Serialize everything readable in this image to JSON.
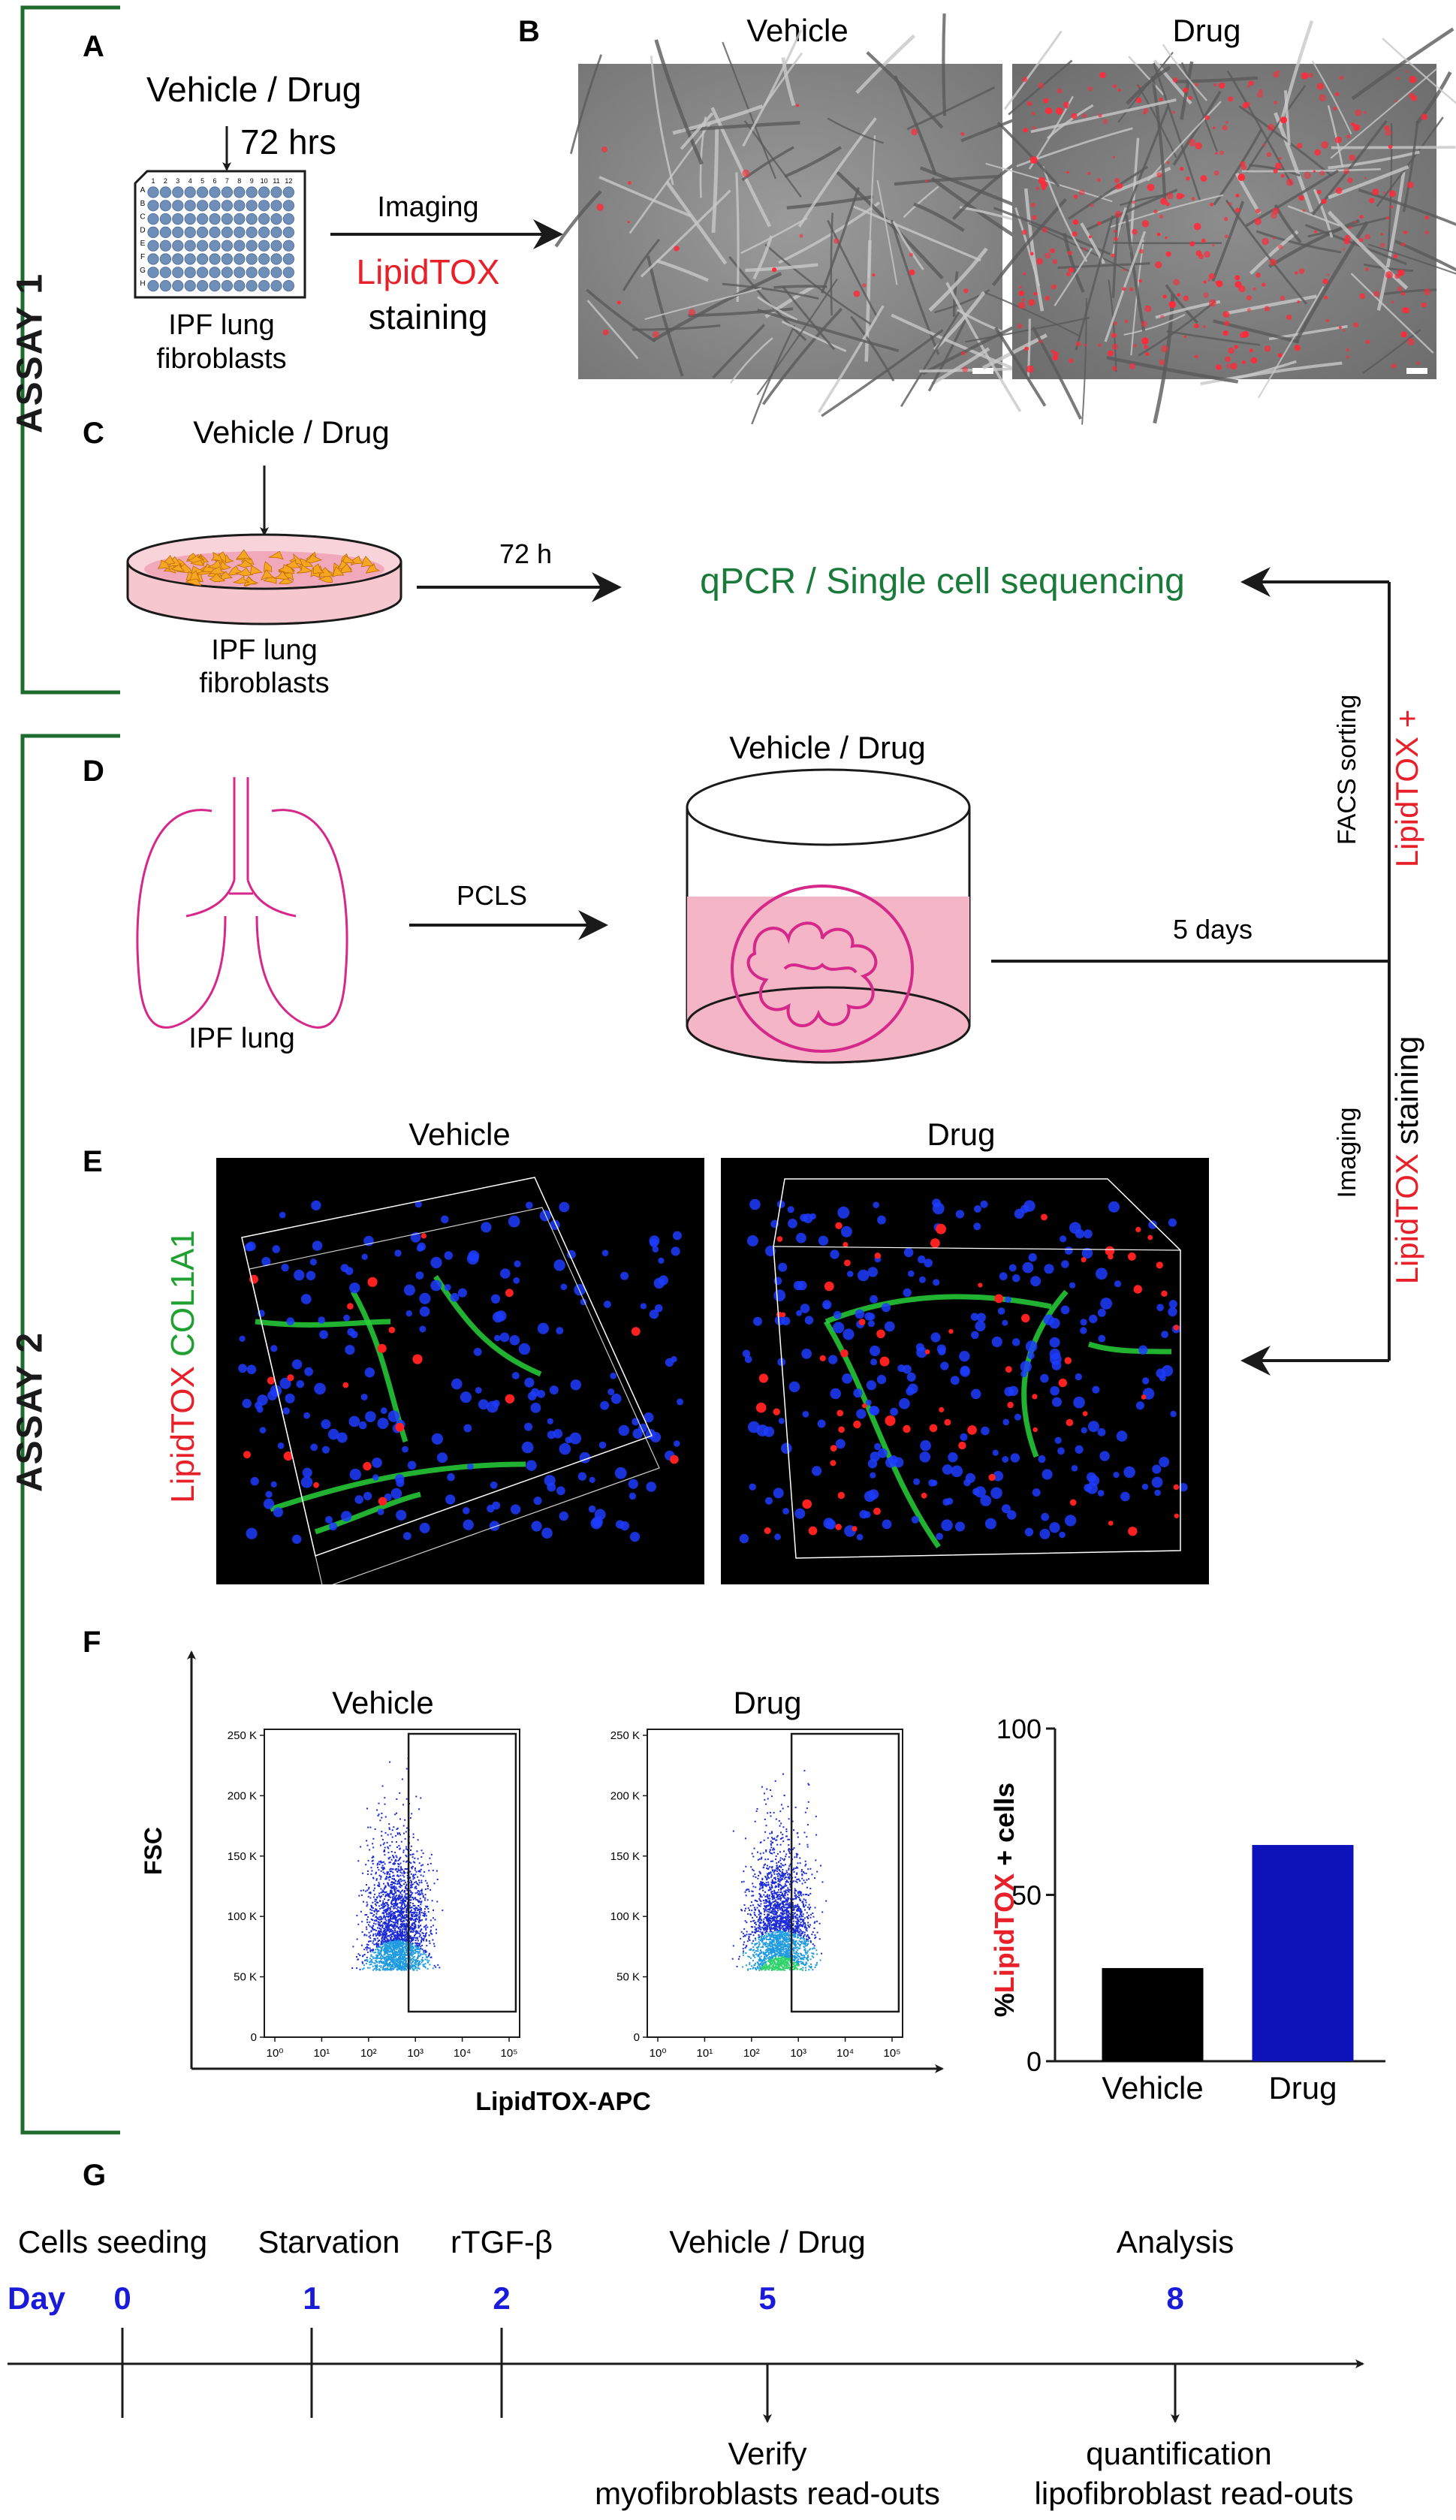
{
  "panels": {
    "A": {
      "letter": "A",
      "treatment": "Vehicle / Drug",
      "duration": "72 hrs",
      "plate_rows": [
        "A",
        "B",
        "C",
        "D",
        "E",
        "F",
        "G",
        "H"
      ],
      "plate_cols": [
        "1",
        "2",
        "3",
        "4",
        "5",
        "6",
        "7",
        "8",
        "9",
        "10",
        "11",
        "12"
      ],
      "cell_label_line1": "IPF lung",
      "cell_label_line2": "fibroblasts",
      "arrow_label_top": "Imaging",
      "arrow_label_stain_red": "LipidTOX",
      "arrow_label_stain": "staining"
    },
    "B": {
      "letter": "B",
      "image_titles": [
        "Vehicle",
        "Drug"
      ]
    },
    "C": {
      "letter": "C",
      "treatment": "Vehicle / Drug",
      "duration": "72 h",
      "cell_label_line1": "IPF lung",
      "cell_label_line2": "fibroblasts",
      "readout": "qPCR / Single cell sequencing"
    },
    "D": {
      "letter": "D",
      "lung_label": "IPF lung",
      "method": "PCLS",
      "treatment": "Vehicle / Drug",
      "duration": "5 days",
      "facs_label": "FACS sorting",
      "facs_label_red": "LipidTOX +",
      "imaging_label": "Imaging",
      "imaging_stain_red": "LipidTOX",
      "imaging_stain": "staining"
    },
    "E": {
      "letter": "E",
      "image_titles": [
        "Vehicle",
        "Drug"
      ],
      "axis_label_red": "LipidTOX",
      "axis_label_green": "COL1A1"
    },
    "F": {
      "letter": "F",
      "y_axis_label": "FSC",
      "x_axis_label": "LipidTOX-APC",
      "plot_titles": [
        "Vehicle",
        "Drug"
      ],
      "flow_y_ticks": [
        "250 K",
        "200 K",
        "150 K",
        "100 K",
        "50 K",
        "0"
      ],
      "flow_x_ticks": [
        "10⁰",
        "10¹",
        "10²",
        "10³",
        "10⁴",
        "10⁵"
      ]
    },
    "G": {
      "letter": "G",
      "day_label": "Day",
      "events": [
        {
          "name": "Cells seeding",
          "day": "0"
        },
        {
          "name": "Starvation",
          "day": "1"
        },
        {
          "name": "rTGF-β",
          "day": "2"
        },
        {
          "name": "Vehicle / Drug",
          "day": "5"
        },
        {
          "name": "Analysis",
          "day": "8"
        }
      ],
      "verify_line1": "Verify",
      "verify_line2": "myofibroblasts read-outs",
      "quant_line1": "quantification",
      "quant_line2": "lipofibroblast read-outs"
    }
  },
  "assay_labels": [
    "ASSAY 1",
    "ASSAY 2"
  ],
  "colors": {
    "assay_bracket": "#1e6b2e",
    "lipidtox_red": "#e8202a",
    "readout_green": "#1a7a3a",
    "timeline_blue": "#1a1adb",
    "pink": "#d6278a",
    "vehicle_bar": "#000000",
    "drug_bar": "#0d13b8"
  },
  "chart_data": {
    "type": "bar",
    "categories": [
      "Vehicle",
      "Drug"
    ],
    "values": [
      28,
      65
    ],
    "ylabel_prefix": "%",
    "ylabel_red": "LipidTOX",
    "ylabel_suffix": " + cells",
    "ylim": [
      0,
      100
    ],
    "yticks": [
      0,
      50,
      100
    ],
    "colors": [
      "#000000",
      "#0d13b8"
    ]
  }
}
